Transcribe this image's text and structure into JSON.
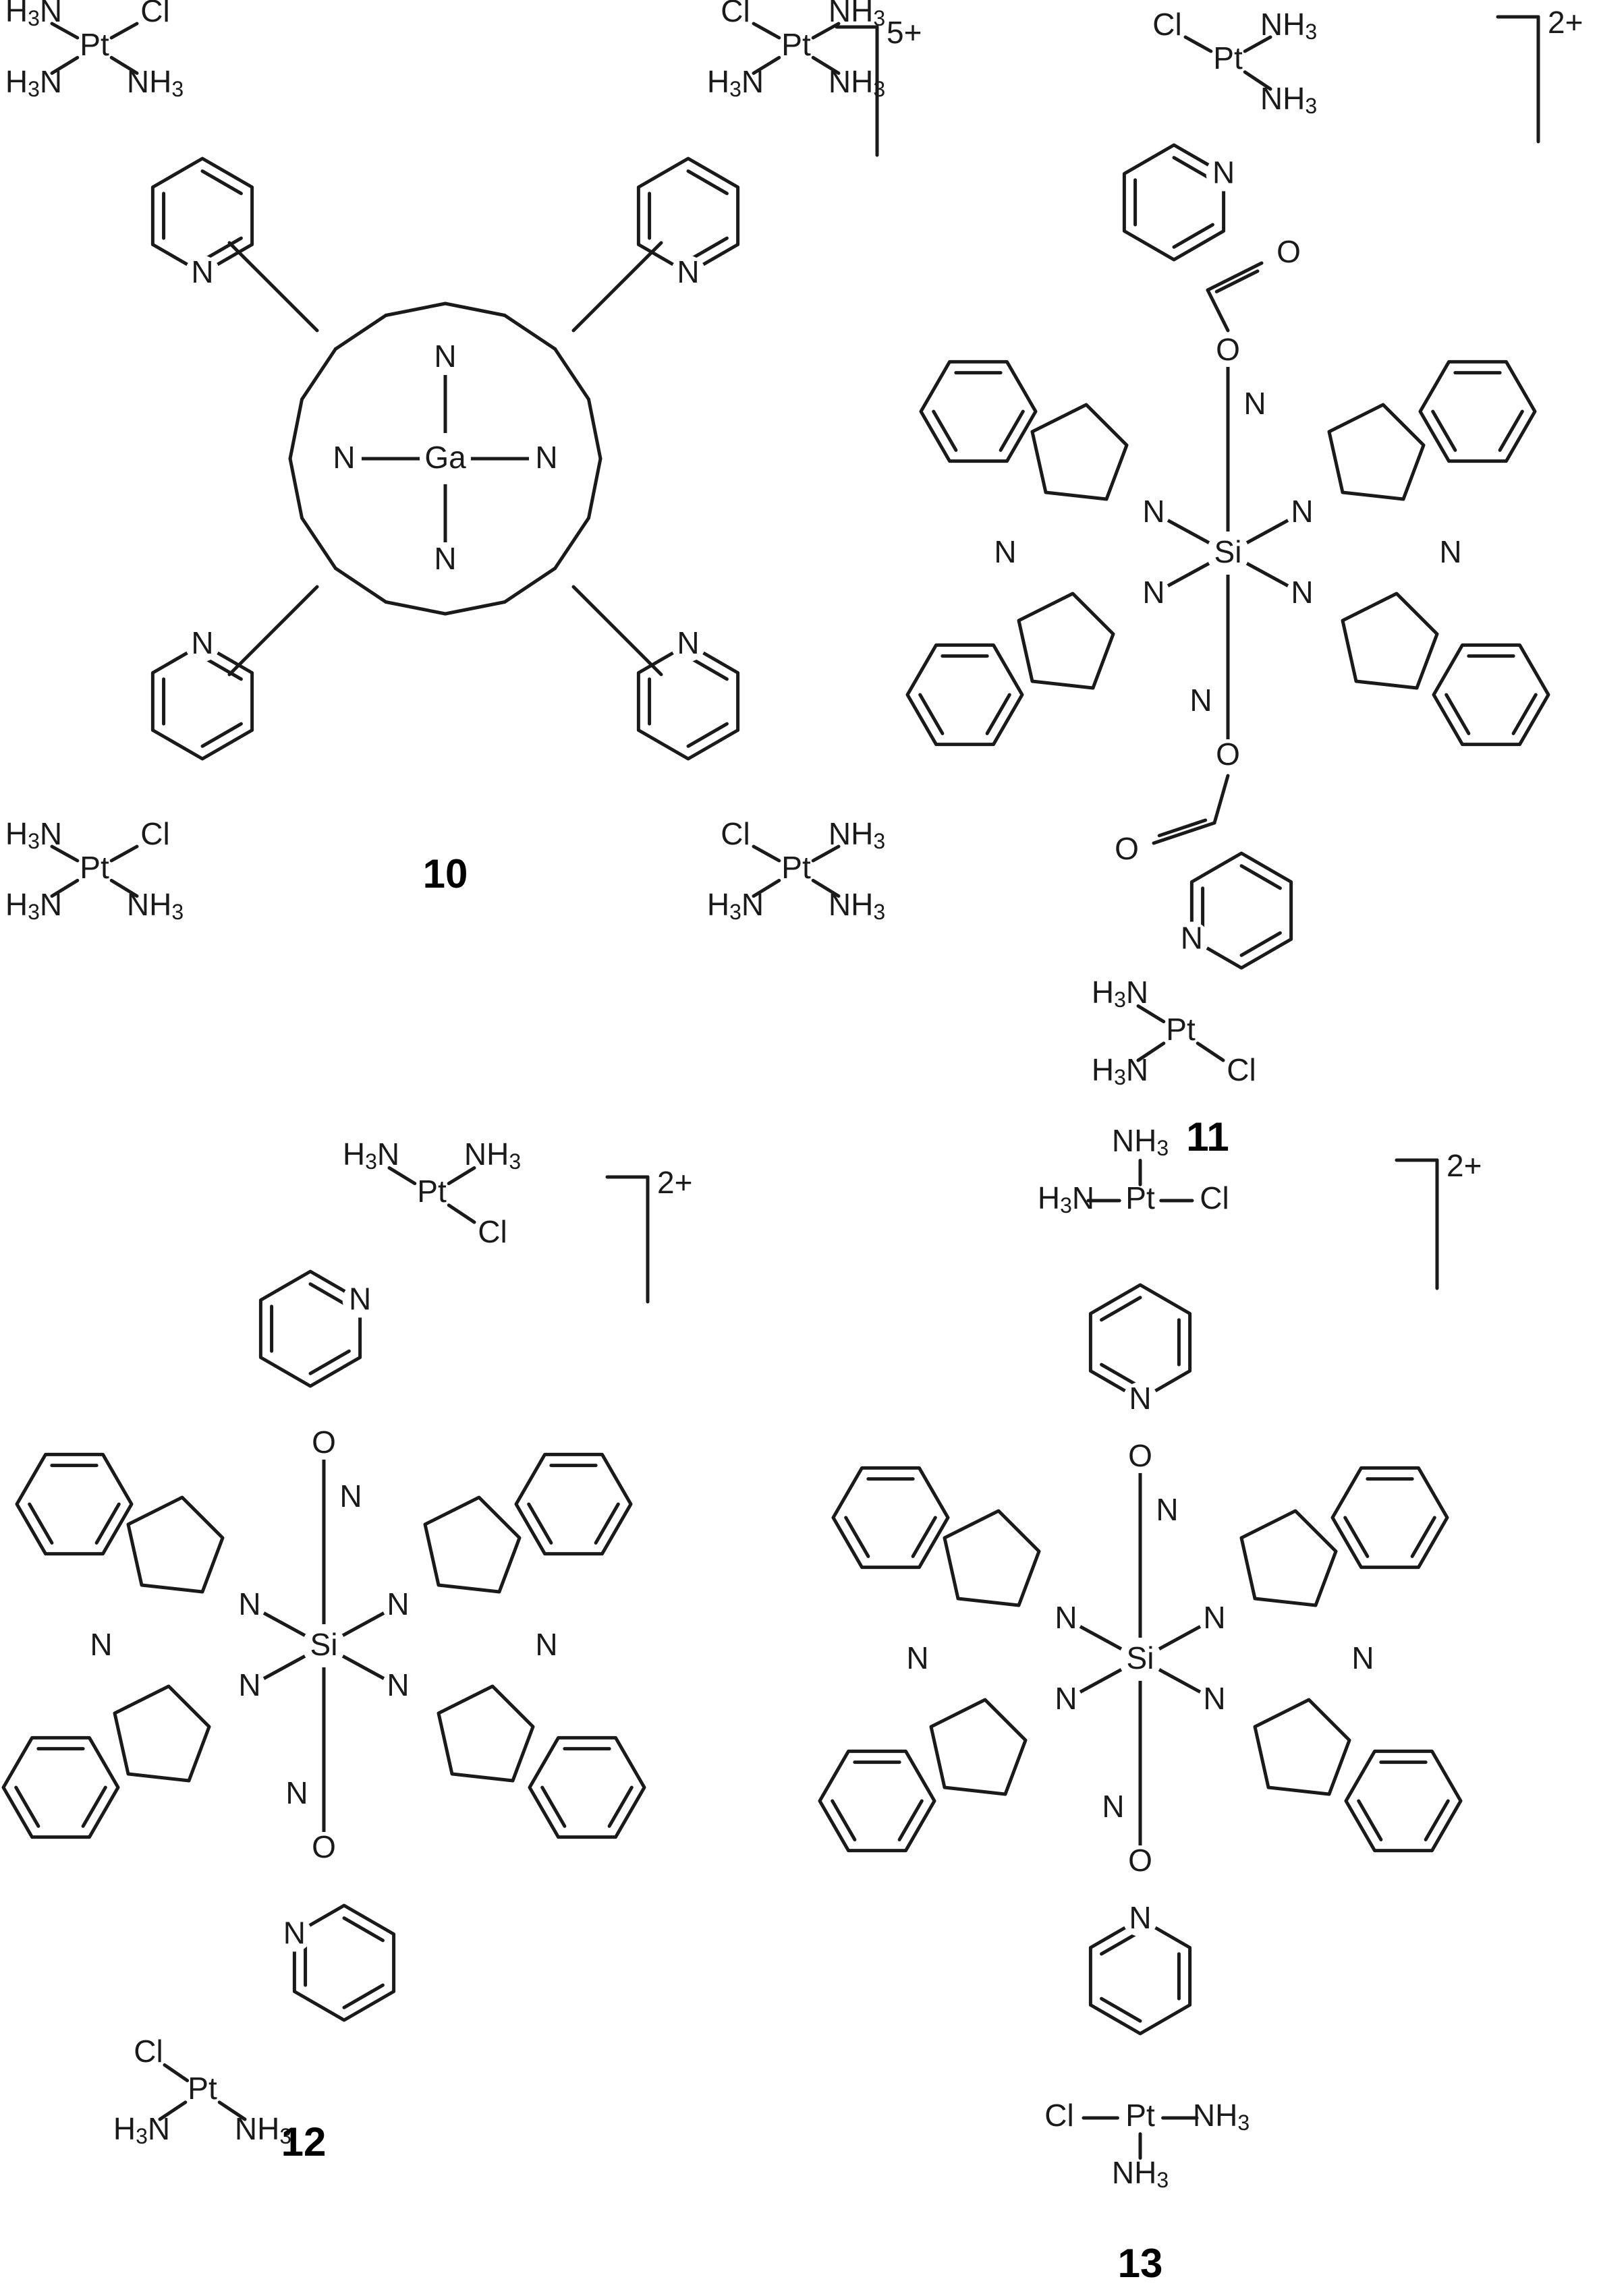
{
  "compounds": [
    {
      "id": "10",
      "charge": "5+",
      "core_metal": "Ga"
    },
    {
      "id": "11",
      "charge": "2+",
      "core_metal": "Si"
    },
    {
      "id": "12",
      "charge": "2+",
      "core_metal": "Si"
    },
    {
      "id": "13",
      "charge": "2+",
      "core_metal": "Si"
    }
  ],
  "atoms": {
    "Pt": "Pt",
    "Cl": "Cl",
    "N": "N",
    "O": "O",
    "NH3": "NH",
    "H3N": "H",
    "three": "3"
  }
}
